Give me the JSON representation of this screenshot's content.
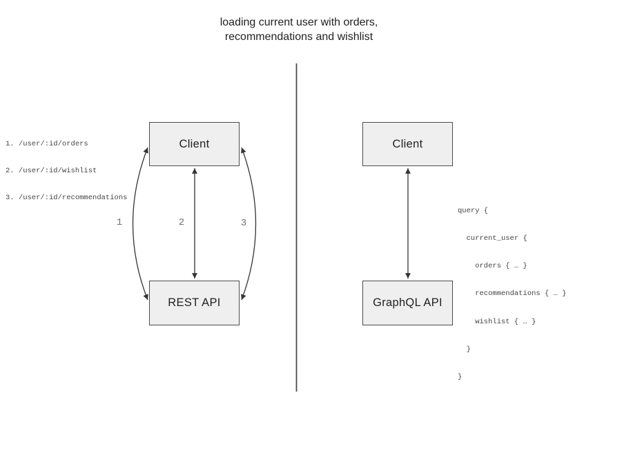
{
  "title": {
    "line1": "loading current user with orders,",
    "line2": "recommendations and wishlist"
  },
  "colors": {
    "box_fill": "#efefef",
    "box_border": "#4a4a4a",
    "arrow_stroke": "#333333",
    "divider": "#4a4a4a",
    "number_label": "#707070",
    "mono_text": "#454545",
    "heading_text": "#212121"
  },
  "rest_panel": {
    "client_label": "Client",
    "api_label": "REST API",
    "endpoints": [
      "1. /user/:id/orders",
      "2. /user/:id/wishlist",
      "3. /user/:id/recommendations"
    ],
    "arrow_labels": [
      "1",
      "2",
      "3"
    ]
  },
  "graphql_panel": {
    "client_label": "Client",
    "api_label": "GraphQL API",
    "query_lines": [
      "query {",
      "  current_user {",
      "    orders { … }",
      "    recommendations { … }",
      "    wishlist { … }",
      "  }",
      "}"
    ]
  }
}
